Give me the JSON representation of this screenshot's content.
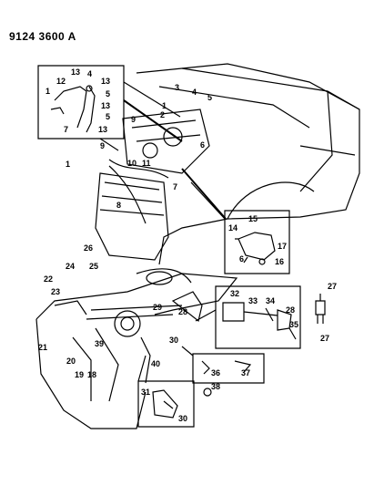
{
  "doc_id": "9124 3600 A",
  "callouts": {
    "c1a": "1",
    "c12": "12",
    "c13a": "13",
    "c4a": "4",
    "c13b": "13",
    "c5a": "5",
    "c13c": "13",
    "c5b": "5",
    "c7a": "7",
    "c13d": "13",
    "c3": "3",
    "c4b": "4",
    "c5c": "5",
    "c1b": "1",
    "c2": "2",
    "c9a": "9",
    "c6a": "6",
    "c9b": "9",
    "c10": "10",
    "c11": "11",
    "c1c": "1",
    "c7b": "7",
    "c8": "8",
    "c14": "14",
    "c15": "15",
    "c17": "17",
    "c6b": "6",
    "c16": "16",
    "c26": "26",
    "c24": "24",
    "c25": "25",
    "c22": "22",
    "c23": "23",
    "c29": "29",
    "c28": "28",
    "c21": "21",
    "c39": "39",
    "c20": "20",
    "c19": "19",
    "c18": "18",
    "c30a": "30",
    "c40": "40",
    "c32": "32",
    "c33": "33",
    "c34": "34",
    "c28b": "28",
    "c35": "35",
    "c27a": "27",
    "c27b": "27",
    "c36": "36",
    "c37": "37",
    "c38": "38",
    "c31": "31",
    "c30b": "30"
  },
  "icons": [
    "engine-compartment",
    "fender",
    "hose-assembly",
    "vacuum-pump",
    "hose-bracket",
    "connector"
  ]
}
